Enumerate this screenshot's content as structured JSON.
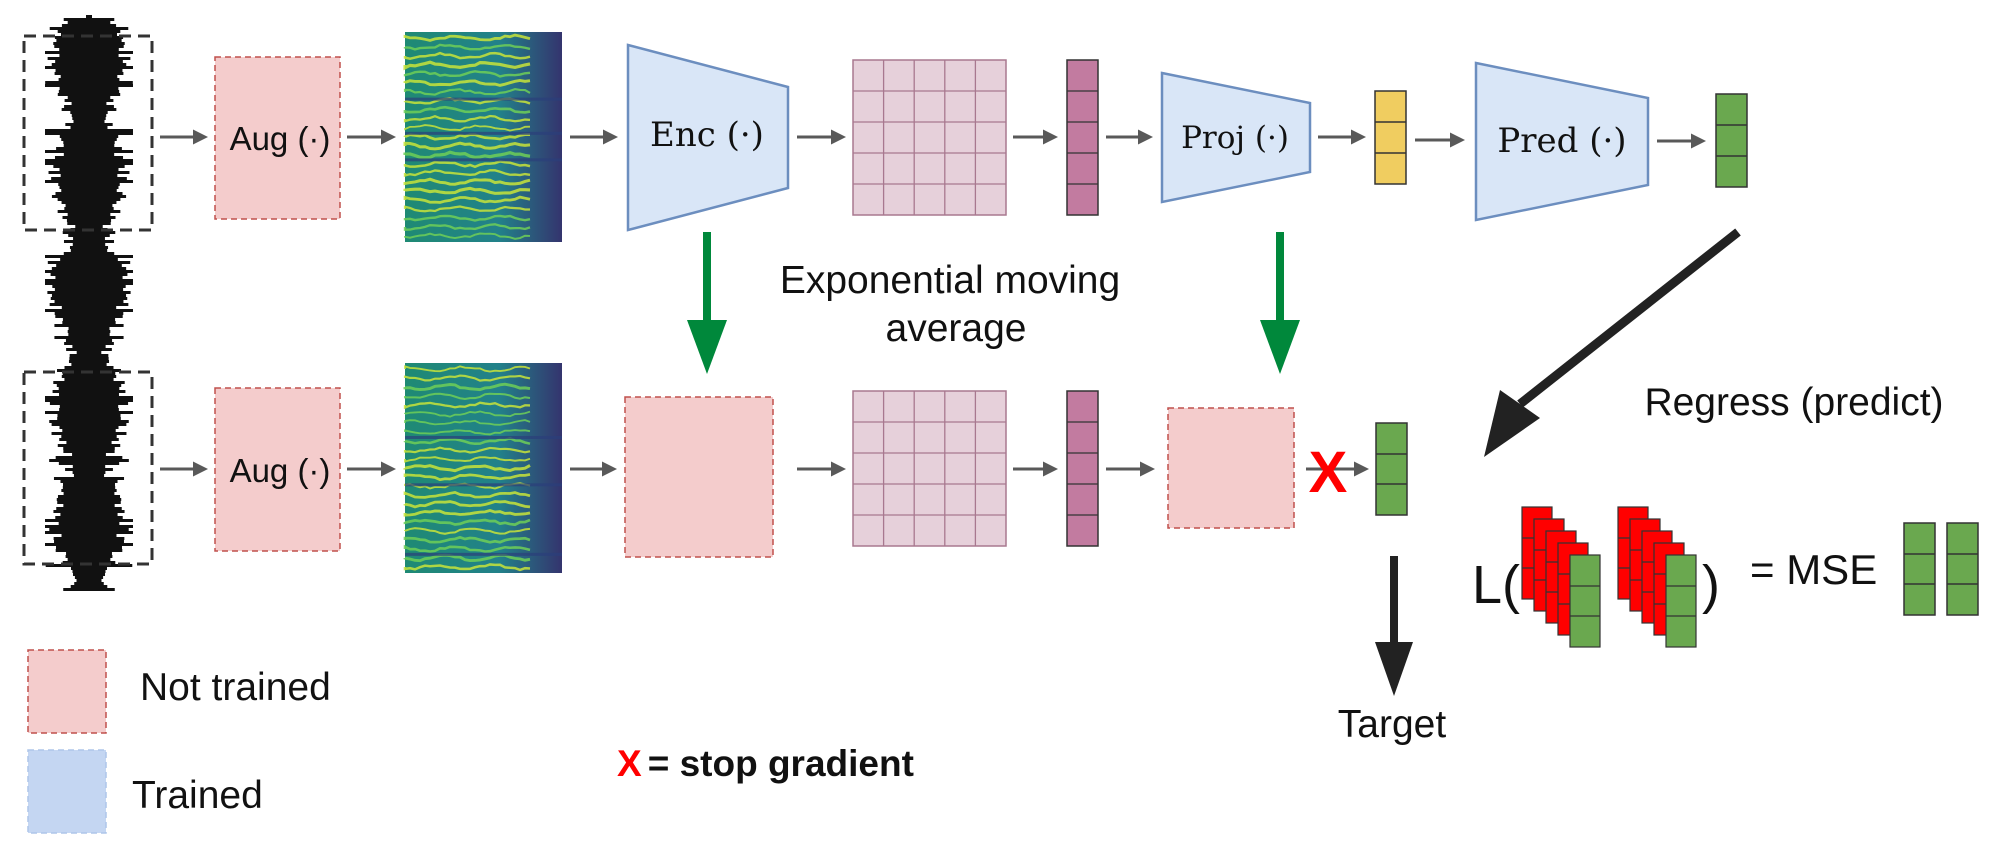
{
  "top_row": {
    "aug_label": "Aug (·)",
    "enc_label": "Enc (·)",
    "proj_label": "Proj (·)",
    "pred_label": "Pred (·)"
  },
  "bottom_row": {
    "aug_label": "Aug (·)",
    "stop_mark": "X"
  },
  "ema_label_line1": "Exponential moving",
  "ema_label_line2": "average",
  "regress_label": "Regress (predict)",
  "target_label": "Target",
  "loss": {
    "prefix": "L(",
    "close": ")",
    "equals_text": "= MSE"
  },
  "legend": {
    "not_trained": "Not trained",
    "trained": "Trained",
    "stop_x": "X",
    "stop_text": "= stop gradient"
  },
  "colors": {
    "pink_fill": "#f4cccc",
    "pink_border": "#c0504d",
    "blue_fill": "#d9e6f7",
    "blue_border": "#6c8ebf",
    "grid_fill": "#e6d0da",
    "grid_line": "#a8788f",
    "magenta_fill": "#c27ba0",
    "yellow_fill": "#f0cd60",
    "green_fill": "#6aa84f",
    "arrow_gray": "#595959",
    "arrow_green": "#00883b",
    "red": "#ff0000"
  }
}
